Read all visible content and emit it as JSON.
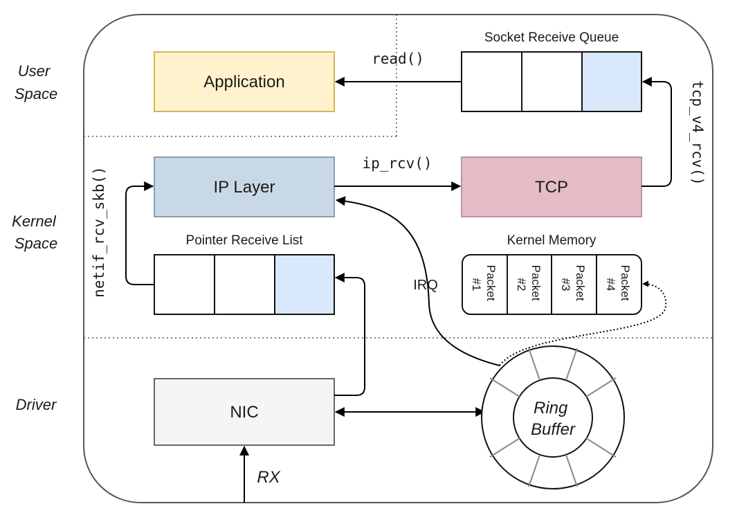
{
  "regions": {
    "user_space": [
      "User",
      "Space"
    ],
    "kernel_space": [
      "Kernel",
      "Space"
    ],
    "driver": "Driver"
  },
  "boxes": {
    "application": "Application",
    "ip_layer": "IP Layer",
    "tcp": "TCP",
    "nic": "NIC",
    "ring_buffer": [
      "Ring",
      "Buffer"
    ]
  },
  "queues": {
    "socket_receive_queue": "Socket Receive Queue",
    "pointer_receive_list": "Pointer Receive List",
    "kernel_memory": "Kernel Memory",
    "packets": [
      [
        "Packet",
        "#1"
      ],
      [
        "Packet",
        "#2"
      ],
      [
        "Packet",
        "#3"
      ],
      [
        "Packet",
        "#4"
      ]
    ]
  },
  "edges": {
    "read": "read()",
    "ip_rcv": "ip_rcv()",
    "tcp_v4_rcv": "tcp_v4_rcv()",
    "netif_rcv_skb": "netif_rcv_skb()",
    "irq": "IRQ",
    "rx": "RX"
  },
  "colors": {
    "application_fill": "#fff2cc",
    "application_stroke": "#d6b656",
    "ip_layer_fill": "#c9d8e6",
    "ip_layer_stroke": "#8a9cb0",
    "tcp_fill": "#e6bcc6",
    "tcp_stroke": "#b895a0",
    "nic_fill": "#f5f5f5",
    "nic_stroke": "#666666",
    "highlight_cell": "#dae8fc"
  }
}
